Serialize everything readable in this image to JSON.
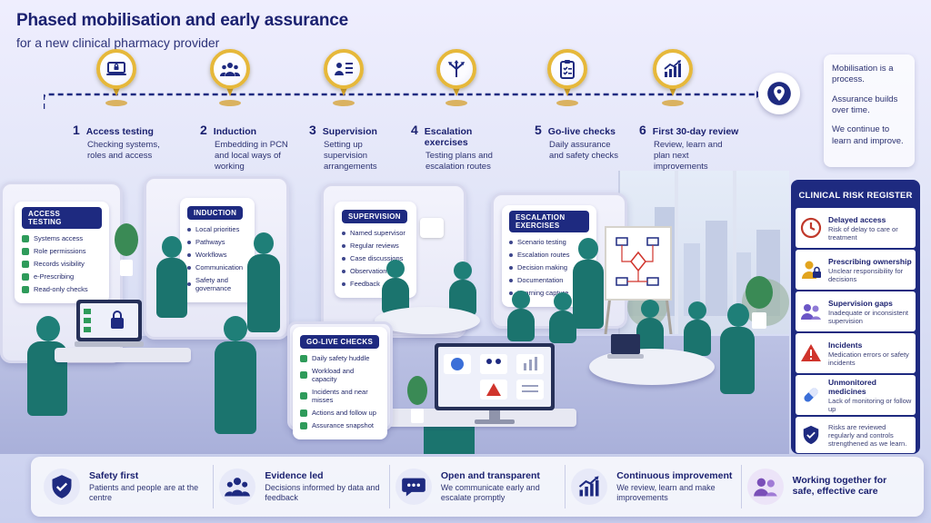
{
  "header": {
    "title": "Phased mobilisation and early assurance",
    "subtitle": "for a new clinical pharmacy provider"
  },
  "steps": [
    {
      "num": "1",
      "name": "Access testing",
      "desc": "Checking systems, roles and access",
      "icon": "laptop-lock-icon"
    },
    {
      "num": "2",
      "name": "Induction",
      "desc": "Embedding in PCN and local ways of working",
      "icon": "team-icon"
    },
    {
      "num": "3",
      "name": "Supervision",
      "desc": "Setting up supervision arrangements",
      "icon": "supervisor-checklist-icon"
    },
    {
      "num": "4",
      "name": "Escalation exercises",
      "desc": "Testing plans and escalation routes",
      "icon": "branching-arrows-icon"
    },
    {
      "num": "5",
      "name": "Go-live checks",
      "desc": "Daily assurance and safety checks",
      "icon": "clipboard-check-icon"
    },
    {
      "num": "6",
      "name": "First 30-day review",
      "desc": "Review, learn and plan next improvements",
      "icon": "growth-chart-icon"
    }
  ],
  "note": {
    "line1": "Mobilisation is a process.",
    "line2": "Assurance builds over time.",
    "line3": "We continue to learn and improve."
  },
  "scene": {
    "access_testing": {
      "title": "ACCESS TESTING",
      "items": [
        "Systems access",
        "Role permissions",
        "Records visibility",
        "e-Prescribing",
        "Read-only checks"
      ]
    },
    "induction": {
      "title": "INDUCTION",
      "items": [
        "Local priorities",
        "Pathways",
        "Workflows",
        "Communication",
        "Safety and governance"
      ]
    },
    "supervision": {
      "title": "SUPERVISION",
      "items": [
        "Named supervisor",
        "Regular reviews",
        "Case discussions",
        "Observation",
        "Feedback"
      ]
    },
    "escalation": {
      "title": "ESCALATION EXERCISES",
      "items": [
        "Scenario testing",
        "Escalation routes",
        "Decision making",
        "Documentation",
        "Learning capture"
      ]
    },
    "golive": {
      "title": "GO-LIVE CHECKS",
      "items": [
        "Daily safety huddle",
        "Workload and capacity",
        "Incidents and near misses",
        "Actions and follow up",
        "Assurance snapshot"
      ]
    }
  },
  "risk_register": {
    "title": "CLINICAL RISK REGISTER",
    "items": [
      {
        "name": "Delayed access",
        "desc": "Risk of delay to care or treatment",
        "icon": "clock-icon",
        "color": "#c0392b"
      },
      {
        "name": "Prescribing ownership",
        "desc": "Unclear responsibility for decisions",
        "icon": "person-lock-icon",
        "color": "#e2a41e"
      },
      {
        "name": "Supervision gaps",
        "desc": "Inadequate or inconsistent supervision",
        "icon": "people-icon",
        "color": "#6b56c6"
      },
      {
        "name": "Incidents",
        "desc": "Medication errors or safety incidents",
        "icon": "warning-icon",
        "color": "#d0342c"
      },
      {
        "name": "Unmonitored medicines",
        "desc": "Lack of monitoring or follow up",
        "icon": "pill-icon",
        "color": "#3b6fd8"
      }
    ],
    "footer": "Risks are reviewed regularly and controls strengthened as we learn.",
    "footer_icon": "shield-check-icon"
  },
  "values": [
    {
      "title": "Safety first",
      "desc": "Patients and people are at the centre",
      "icon": "shield-check-icon"
    },
    {
      "title": "Evidence led",
      "desc": "Decisions informed by data and feedback",
      "icon": "people-icon"
    },
    {
      "title": "Open and transparent",
      "desc": "We communicate early and escalate promptly",
      "icon": "chat-bubble-icon"
    },
    {
      "title": "Continuous improvement",
      "desc": "We review, learn and make improvements",
      "icon": "growth-chart-icon"
    },
    {
      "title": "Working together for safe, effective care",
      "desc": "",
      "icon": "team-icon"
    }
  ],
  "colors": {
    "navy": "#1e2a80",
    "gold": "#e6b83a",
    "teal": "#1f7f78"
  }
}
